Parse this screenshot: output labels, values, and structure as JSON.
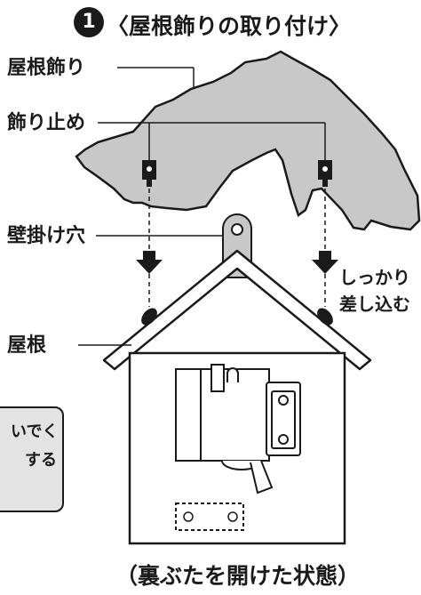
{
  "step": {
    "number": "1",
    "title": "〈屋根飾りの取り付け〉"
  },
  "labels": {
    "roof_ornament": "屋根飾り",
    "ornament_stopper": "飾り止め",
    "wall_hanging_hole": "壁掛け穴",
    "roof": "屋根",
    "insert_firmly_line1": "しっかり",
    "insert_firmly_line2": "差し込む"
  },
  "note": {
    "line1": "いでく",
    "line2": "する"
  },
  "caption": "（裏ぶたを開けた状態）",
  "colors": {
    "ink": "#1a1a1a",
    "ornament_fill": "#c8c8c8",
    "note_fill": "#e3e3e3"
  },
  "icons": [
    "arrow-down-icon",
    "battery-icon"
  ]
}
